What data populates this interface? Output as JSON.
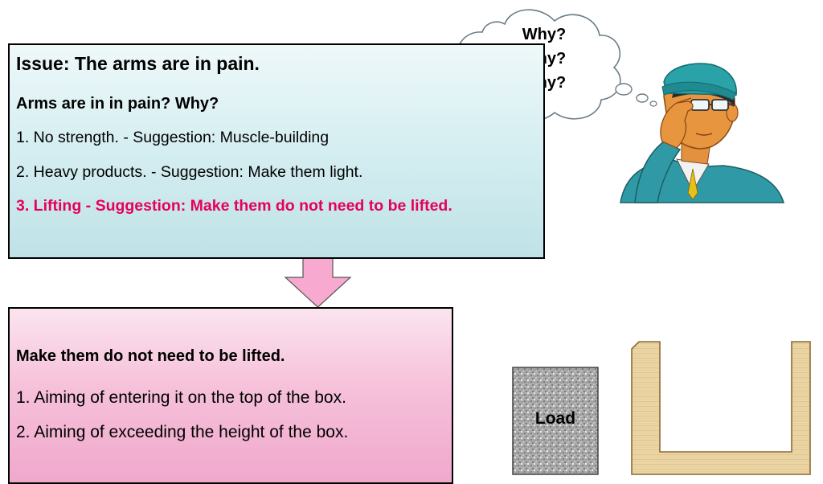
{
  "issue_box": {
    "title": "Issue: The arms are in pain.",
    "question": "Arms are in in pain? Why?",
    "items": [
      "1. No strength. - Suggestion: Muscle-building",
      "2. Heavy products. - Suggestion: Make them light.",
      "3. Lifting - Suggestion: Make them do not need to be lifted."
    ],
    "highlight_color": "#e6005c"
  },
  "solution_box": {
    "title": "Make them do not need to be lifted.",
    "items": [
      "1. Aiming of entering it on the top of the box.",
      "2. Aiming of exceeding the height of the box."
    ]
  },
  "thought_cloud": {
    "lines": [
      "Why?",
      "Why?",
      "Why?"
    ]
  },
  "load_block": {
    "label": "Load"
  },
  "colors": {
    "issue_box_fill": "#c9e8ec",
    "solution_box_fill": "#f5bcd7",
    "arrow_fill": "#f7a9cf",
    "box_wood": "#ecd6a6"
  }
}
